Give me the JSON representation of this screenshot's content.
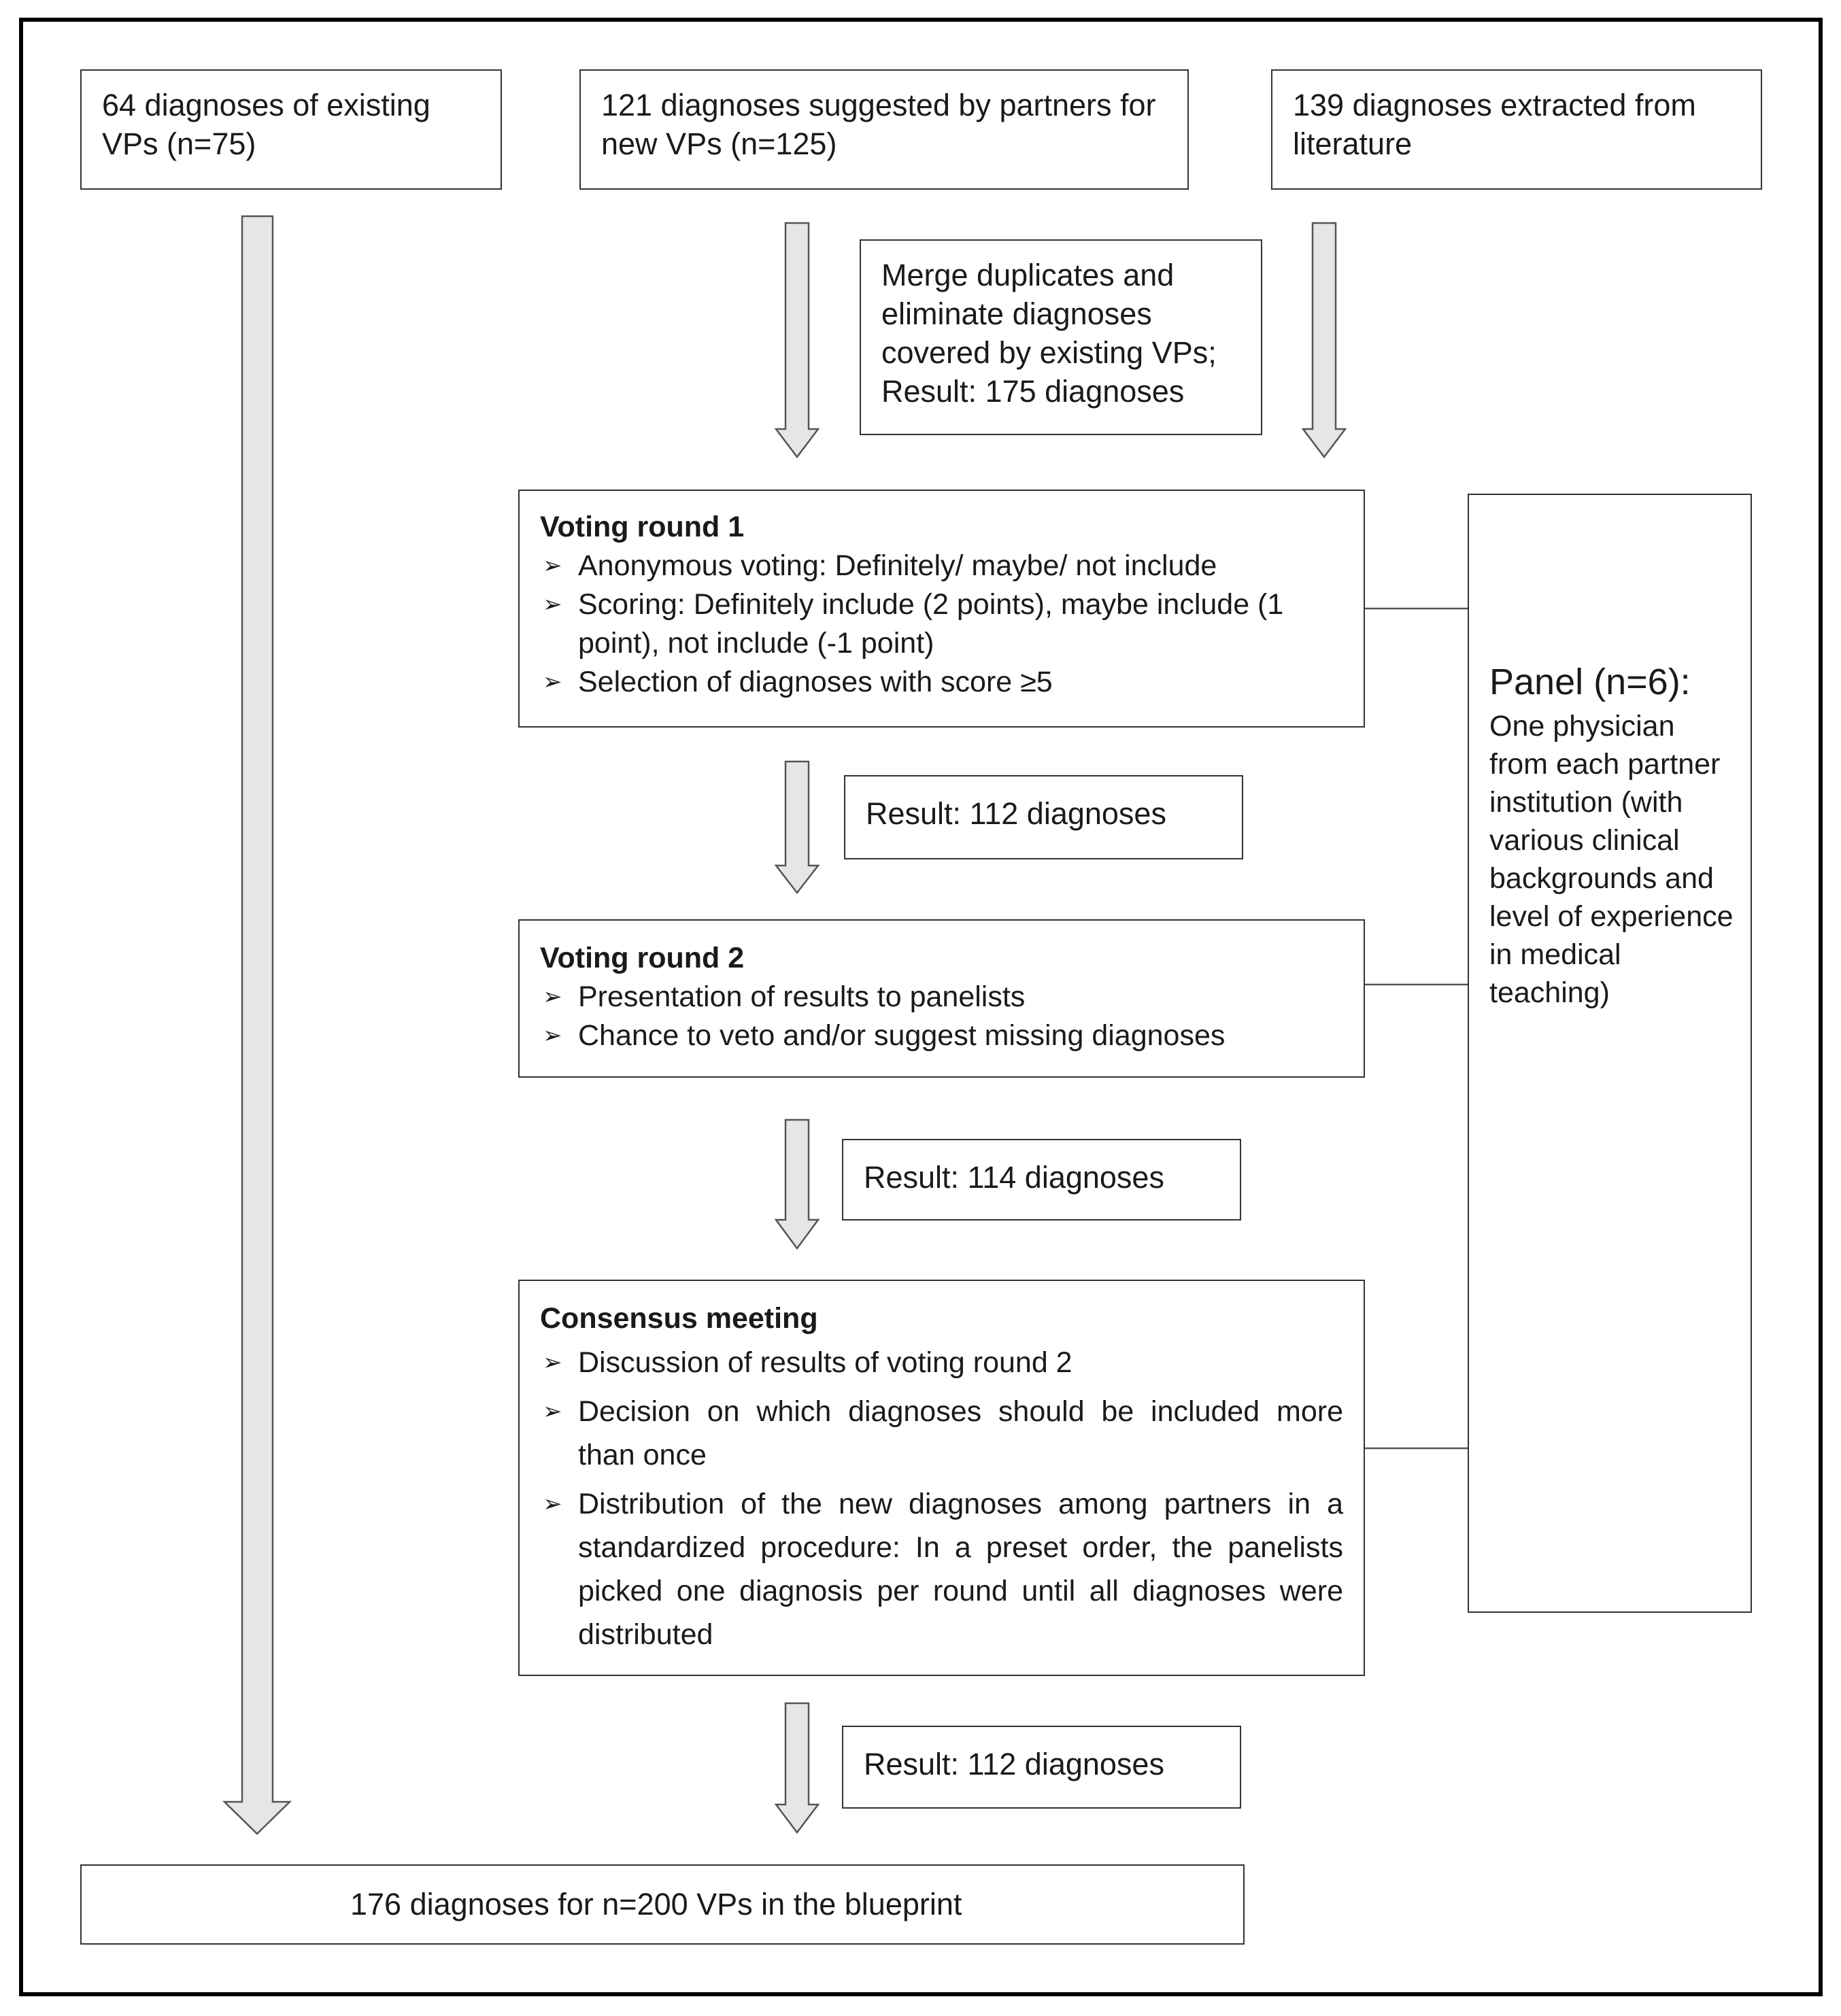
{
  "sources": {
    "existing": "64 diagnoses of existing VPs (n=75)",
    "partners": "121 diagnoses suggested by partners for new VPs (n=125)",
    "literature": "139 diagnoses extracted from literature"
  },
  "merge": "Merge duplicates and eliminate diagnoses covered by existing VPs; Result: 175 diagnoses",
  "round1": {
    "title": "Voting round 1",
    "items": [
      "Anonymous voting: Definitely/ maybe/ not include",
      "Scoring: Definitely include (2 points), maybe include (1 point), not include (-1 point)",
      "Selection of diagnoses with score ≥5"
    ]
  },
  "result1": "Result: 112 diagnoses",
  "round2": {
    "title": "Voting round 2",
    "items": [
      "Presentation of results to panelists",
      "Chance to veto and/or suggest missing diagnoses"
    ]
  },
  "result2": "Result: 114 diagnoses",
  "consensus": {
    "title": "Consensus meeting",
    "items": [
      "Discussion of results of voting round 2",
      "Decision on which diagnoses should be included more than once",
      "Distribution of the new diagnoses among partners in a standardized procedure: In a preset order, the panelists picked one diagnosis per round until all diagnoses were distributed"
    ]
  },
  "result3": "Result: 112 diagnoses",
  "final": "176 diagnoses for n=200 VPs in the blueprint",
  "panel": {
    "title": "Panel (n=6):",
    "description": "One physician from each partner institution (with various clinical backgrounds and level of experience in medical teaching)"
  }
}
